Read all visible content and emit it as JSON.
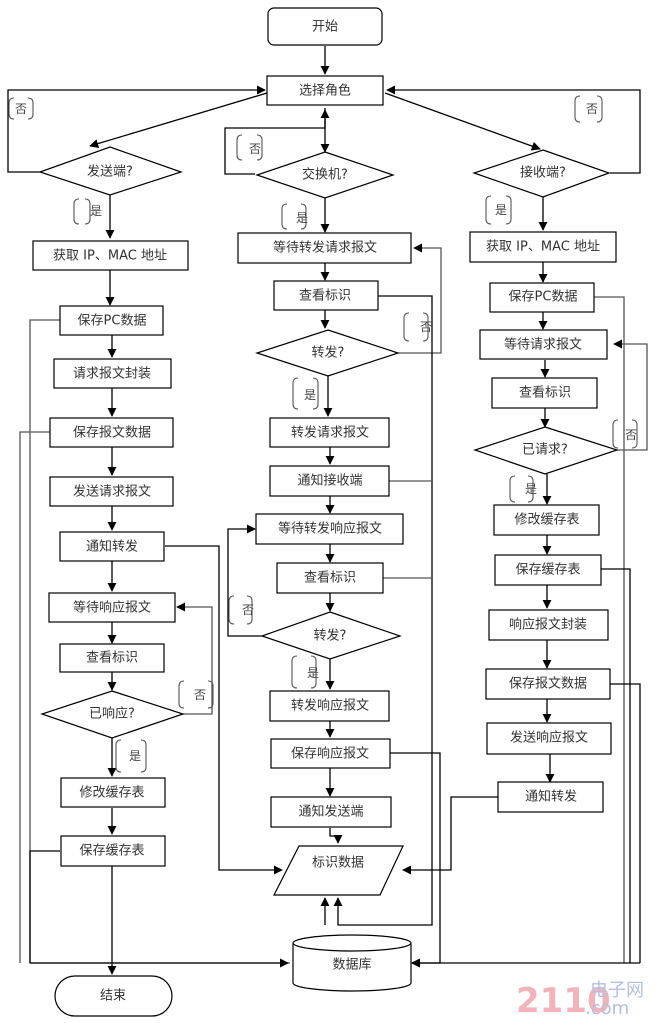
{
  "diagram": {
    "type": "flowchart",
    "start": "开始",
    "end": "结束",
    "select_role": "选择角色",
    "labels": {
      "yes": "是",
      "no": "否"
    },
    "sender": {
      "decision": "发送端?",
      "steps": [
        "获取 IP、MAC 地址",
        "保存PC数据",
        "请求报文封装",
        "保存报文数据",
        "发送请求报文",
        "通知转发",
        "等待响应报文",
        "查看标识"
      ],
      "decision2": "已响应?",
      "after": [
        "修改缓存表",
        "保存缓存表"
      ]
    },
    "switch": {
      "decision": "交换机?",
      "steps1": [
        "等待转发请求报文",
        "查看标识"
      ],
      "decision2": "转发?",
      "steps2": [
        "转发请求报文",
        "通知接收端",
        "等待转发响应报文",
        "查看标识"
      ],
      "decision3": "转发?",
      "steps3": [
        "转发响应报文",
        "保存响应报文",
        "通知发送端"
      ]
    },
    "receiver": {
      "decision": "接收端?",
      "steps1": [
        "获取 IP、MAC 地址",
        "保存PC数据",
        "等待请求报文",
        "查看标识"
      ],
      "decision2": "已请求?",
      "steps2": [
        "修改缓存表",
        "保存缓存表",
        "响应报文封装",
        "保存报文数据",
        "发送响应报文",
        "通知转发"
      ]
    },
    "data_io": "标识数据",
    "database": "数据库",
    "watermark": {
      "main": "2110",
      "sub": "电子网",
      "domain": ".com"
    }
  }
}
